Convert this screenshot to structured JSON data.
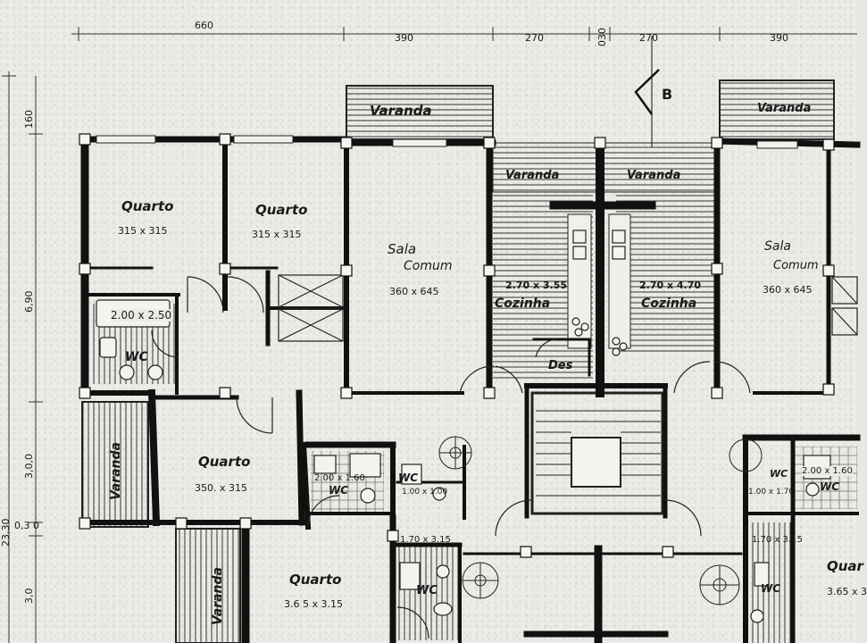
{
  "top_dimensions": [
    "660",
    "390",
    "270",
    "030",
    "270",
    "390"
  ],
  "left_dimensions": [
    "160",
    "6,90",
    "3,0,0",
    "0,3 0",
    "3,0",
    "23,30"
  ],
  "section_marker": "B",
  "rooms": {
    "quarto_1": {
      "name": "Quarto",
      "size": "315 x 315"
    },
    "quarto_2": {
      "name": "Quarto",
      "size": "315 x 315"
    },
    "sala_1": {
      "name": "Sala",
      "name2": "Comum",
      "size": "360 x 645"
    },
    "cozinha_1": {
      "name": "Cozinha",
      "size": "2.70 x 3.55"
    },
    "cozinha_2": {
      "name": "Cozinha",
      "size": "2.70 x 4.70"
    },
    "sala_2": {
      "name": "Sala",
      "name2": "Comum",
      "size": "360 x 645"
    },
    "wc_1": {
      "name": "WC",
      "size": "2.00 x 2.50"
    },
    "quarto_3": {
      "name": "Quarto",
      "size": "350. x 315"
    },
    "wc_2": {
      "name": "WC",
      "size": "2.00 x 1.60"
    },
    "wc_3": {
      "name": "WC",
      "size": "1.00 x 1.00"
    },
    "wc_4": {
      "name": "WC",
      "size": "1.70 x 3.15"
    },
    "quarto_4": {
      "name": "Quarto",
      "size": "3.6 5 x 3.15"
    },
    "des": {
      "name": "Des"
    },
    "wc_5": {
      "name": "WC",
      "size": "2.00 x 1.60"
    },
    "wc_6": {
      "name": "WC",
      "size": "1.70 x 3.15"
    },
    "wc_7": {
      "name": "WC",
      "size": "1.00 x 1.70"
    },
    "quarto_5": {
      "name": "Quar",
      "size": "3.65 x 3"
    }
  },
  "verandas": {
    "v1": "Varanda",
    "v2": "Varanda",
    "v3": "Varanda",
    "v4": "Varanda",
    "v5": "Varanda",
    "v6": "Varanda"
  }
}
